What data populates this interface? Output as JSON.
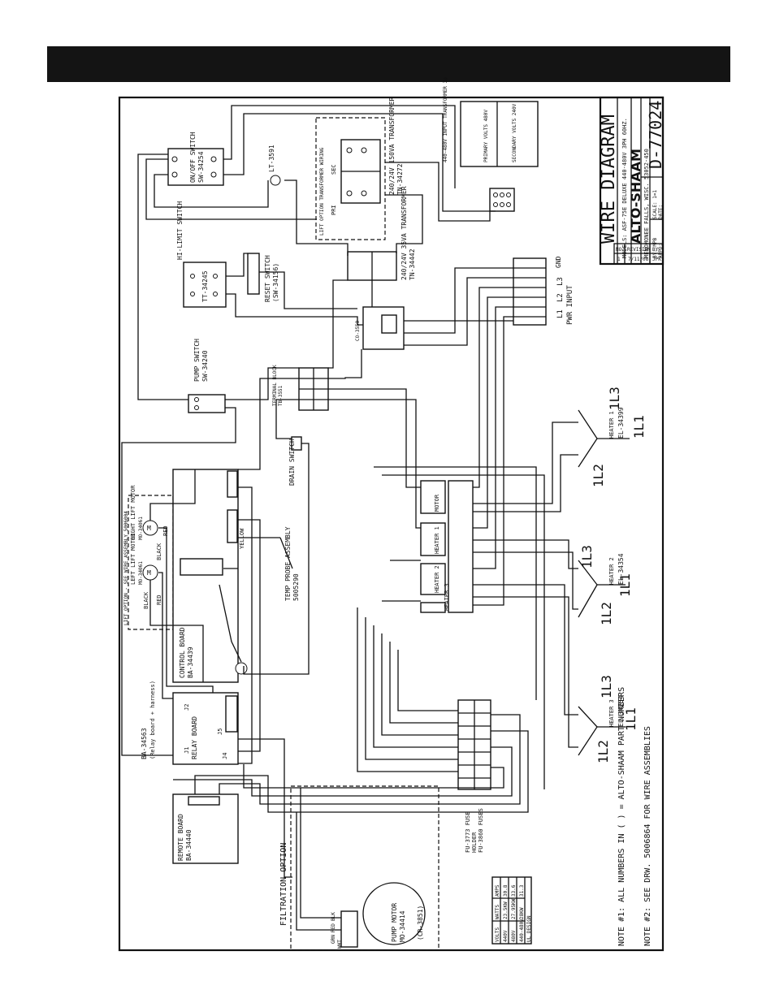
{
  "title_block": {
    "title": "WIRE DIAGRAM",
    "model": "MODELS: ASF-75E DELUXE 440-480V 3PH 60HZ.",
    "brand": "ALTO-SHAAM",
    "location": "MENOMONEE FALLS, WISC. 53052-450",
    "drawing_number": "D-77024",
    "by": "BY: MPB",
    "scale": "SCALE: 1=1",
    "appd": "APPD:",
    "date": "DATE:",
    "revision_header": {
      "no": "NO.",
      "revision": "REVISION",
      "by": "BY"
    },
    "revision_row": {
      "no": "1",
      "revision": "7/11/08",
      "by": "JPK"
    }
  },
  "labels": {
    "on_off_switch": "ON/OFF SWITCH",
    "on_off_part": "SW-34254",
    "lt_3591": "LT-3591",
    "lift_transformer": "LIFT OPTION TRANSFORMER WIRING",
    "transformer_150": "240/24V 150VA TRANSFORMER",
    "transformer_150_part": "TN-34272",
    "pri": "PRI",
    "sec": "SEC",
    "transformer_input": "440-480V INPUT TRANSFORMER 3φ",
    "primary_volts": "PRIMARY VOLTS 480V",
    "secondary_volts": "SECONDARY VOLTS 240V",
    "hi_limit": "HI-LIMIT SWITCH",
    "hi_limit_part": "TT-34245",
    "reset_switch": "RESET SWITCH",
    "reset_part": "(SW-34156)",
    "transformer_35": "240/24V 35VA TRANSFORMER",
    "transformer_35_part": "TN-34442",
    "relay_part": "CO-3550",
    "pump_switch": "PUMP SWITCH",
    "pump_switch_part": "SW-34240",
    "terminal_block": "TERMINAL BLOCK",
    "tb_part": "TB-3551",
    "drain_switch": "DRAIN SWITCH",
    "gnd": "GND",
    "l3": "L3",
    "l2": "L2",
    "l1": "L1",
    "pwr_input": "PWR INPUT",
    "heater1": "HEATER 1",
    "heater1_part": "EL-34399",
    "heater2": "HEATER 2",
    "heater2_part": "EL-34354",
    "heater3": "HEATER 3",
    "heater3_part": "EL-34254",
    "h_1l1": "1L1",
    "h_1l2": "1L2",
    "h_1l3": "1L3",
    "contactor_motor": "MOTOR",
    "contactor_heater1": "HEATER 1",
    "contactor_heater2": "HEATER 2",
    "contactor_heater3": "HEATER 3",
    "lift_option": "LIFT OPTION - SEE WIRE ASSEMBLY 5006004",
    "left_lift_motor": "LEFT LIFT MOTOR",
    "right_lift_motor": "RIGHT LIFT MOTOR",
    "motor_part": "MO-34061",
    "black": "BLACK",
    "red": "RED",
    "yellow": "YELLOW",
    "control_board": "CONTROL BOARD",
    "control_board_part": "BA-34439",
    "temp_probe": "TEMP PROBE ASSEMBLY",
    "temp_probe_part": "5005290",
    "relay_board": "RELAY BOARD",
    "relay_board_part": "BA-34563",
    "relay_board_note": "(Relay board + harness)",
    "j1": "J1",
    "j2": "J2",
    "j4": "J4",
    "j5": "J5",
    "remote_board": "REMOTE BOARD",
    "remote_board_part": "BA-34440",
    "filtration_option": "FILTRATION OPTION",
    "pump_motor": "PUMP MOTOR",
    "pump_motor_part": "MO-34414",
    "pump_code": "(CR-3851)",
    "blk": "BLK",
    "red_short": "RED",
    "grn": "GRN",
    "wht": "WHT",
    "fuse1": "FU-3773 FUSE",
    "fuse2": "HOLDER",
    "fuse3": "FU-3860 FUSES",
    "note1": "NOTE #1: ALL NUMBERS IN ( ) = ALTO-SHAAM PART NUMBERS",
    "note2": "NOTE #2: SEE DRW. 5006864 FOR WIRE ASSEMBLIES"
  },
  "voltage_table": {
    "headers": [
      "VOLTS",
      "WATTS",
      "AMPS"
    ],
    "rows": [
      [
        "440V",
        "23.5KW",
        "30.8"
      ],
      [
        "480V",
        "27.95KW",
        "33.6"
      ],
      [
        "440-480V",
        "28KW",
        "31.3"
      ]
    ],
    "footer": "UL DESIGN"
  }
}
